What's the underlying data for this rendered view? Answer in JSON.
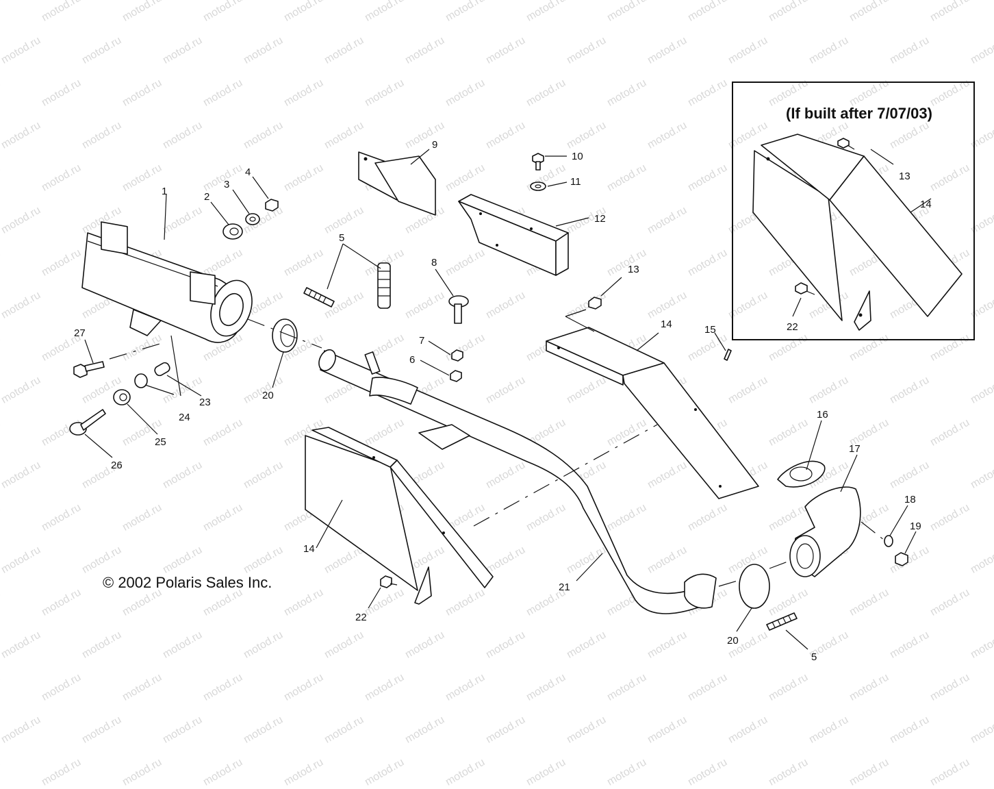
{
  "watermark": "motod.ru",
  "copyright": "© 2002 Polaris Sales Inc.",
  "inset": {
    "title": "(If built after 7/07/03)"
  },
  "callouts": {
    "c1": "1",
    "c2": "2",
    "c3": "3",
    "c4": "4",
    "c5a": "5",
    "c5b": "5",
    "c6": "6",
    "c7": "7",
    "c8": "8",
    "c9": "9",
    "c10": "10",
    "c11": "11",
    "c12": "12",
    "c13a": "13",
    "c13b": "13",
    "c14a": "14",
    "c14b": "14",
    "c14c": "14",
    "c15": "15",
    "c16": "16",
    "c17": "17",
    "c18": "18",
    "c19": "19",
    "c20a": "20",
    "c20b": "20",
    "c21": "21",
    "c22a": "22",
    "c22b": "22",
    "c23": "23",
    "c24": "24",
    "c25": "25",
    "c26": "26",
    "c27": "27"
  }
}
